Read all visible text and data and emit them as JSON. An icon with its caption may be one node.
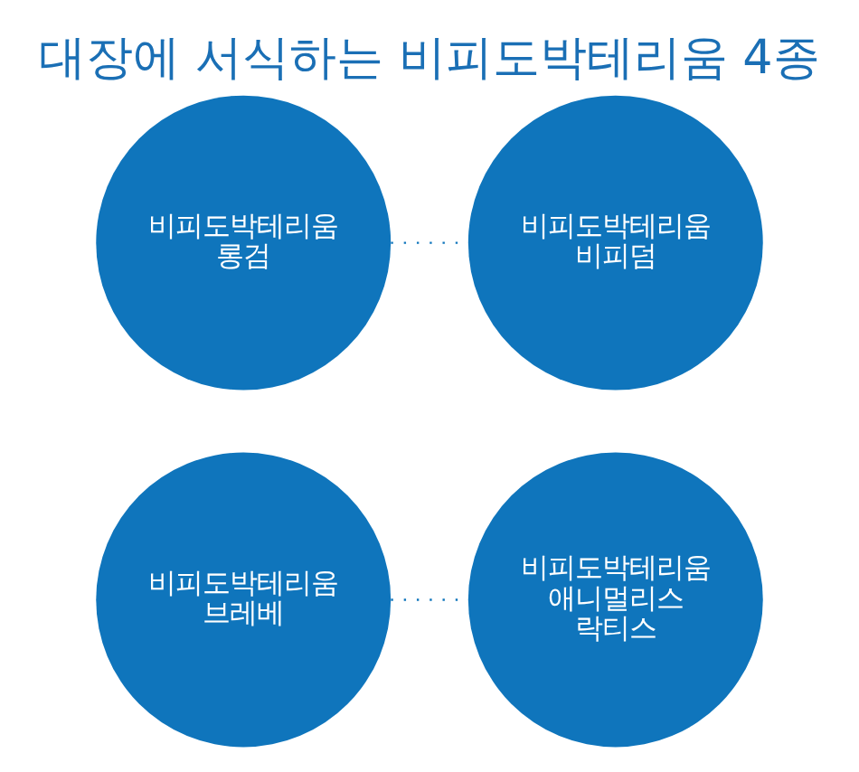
{
  "diagram": {
    "title": "대장에 서식하는 비피도박테리움 4종",
    "nodes": [
      {
        "text": [
          "비피도박테리움 롱검"
        ]
      },
      {
        "text": [
          "비피도박테리움 비피덤"
        ]
      },
      {
        "text": [
          "비피도박테리움 브레베"
        ]
      },
      {
        "text": [
          "비피도박테리움 애니멀리스 락티스"
        ]
      }
    ],
    "edges": [
      {
        "from": 0,
        "to": 1,
        "arrow": "none",
        "style": "dashed"
      },
      {
        "from": 2,
        "to": 3,
        "arrow": "none",
        "style": "dashed"
      }
    ]
  }
}
